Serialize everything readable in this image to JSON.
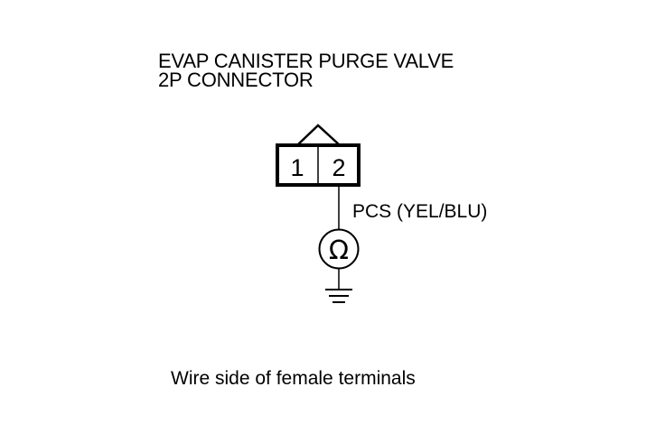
{
  "title": {
    "line1": "EVAP CANISTER PURGE VALVE",
    "line2": "2P CONNECTOR"
  },
  "connector": {
    "pins": [
      {
        "label": "1"
      },
      {
        "label": "2"
      }
    ]
  },
  "wire": {
    "label": "PCS (YEL/BLU)"
  },
  "ohmmeter": {
    "symbol": "Ω",
    "icon": "ohmmeter-icon"
  },
  "ground": {
    "icon": "ground-icon"
  },
  "caption": "Wire side of female terminals",
  "colors": {
    "ink": "#000000",
    "background": "#ffffff"
  }
}
